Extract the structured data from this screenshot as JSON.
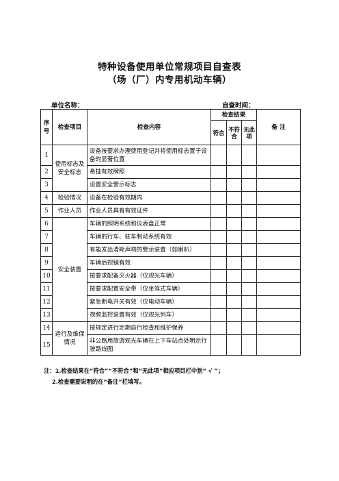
{
  "title": {
    "line1": "特种设备使用单位常规项目自查表",
    "line2": "（场（厂）内专用机动车辆）"
  },
  "meta": {
    "unit_label": "单位名称：",
    "date_label": "自查时间："
  },
  "headers": {
    "no": "序号",
    "item": "检查项目",
    "content": "检查内容",
    "result": "检查结果",
    "conform": "符合",
    "nonconform": "不符合",
    "na": "无此项",
    "remark": "备 注"
  },
  "groups": {
    "g1": "使用标志及安全标志",
    "g2": "检验情况",
    "g3": "作业人员",
    "g4": "安全装置",
    "g5": "运行及维保情况"
  },
  "rows": [
    {
      "no": "1",
      "content": "设备按要求办理使用登记并将使用标志置于设备的显著位置"
    },
    {
      "no": "2",
      "content": "悬挂有效牌照"
    },
    {
      "no": "3",
      "content": "设置安全警示标志"
    },
    {
      "no": "4",
      "content": "设备在检验有效期内"
    },
    {
      "no": "5",
      "content": "作业人员具有有效证件"
    },
    {
      "no": "6",
      "content": "车辆的照明系统和仪表盘正常"
    },
    {
      "no": "7",
      "content": "车辆的行车、驻车制动系统有效"
    },
    {
      "no": "8",
      "content": "有能发出清晰声响的警示装置（如喇叭）"
    },
    {
      "no": "9",
      "content": "车辆后视镜有效"
    },
    {
      "no": "10",
      "content": "按要求配备灭火器（仅观光车辆）"
    },
    {
      "no": "11",
      "content": "按要求配置安全带（仅坐驾式车辆）"
    },
    {
      "no": "12",
      "content": "紧急断电开关有效（仅电动车辆）"
    },
    {
      "no": "13",
      "content": "视频监控装置有效（仅观光列车）"
    },
    {
      "no": "14",
      "content": "按规定进行定期自行检查和维护保养"
    },
    {
      "no": "15",
      "content": "非公路用旅游观光车辆在上下车站点处明示行驶路线图"
    }
  ],
  "notes": {
    "n1": "注：1.检查结果在“符合”“不符合”和“无此项”相应项目栏中划“ √ ”；",
    "n2": "2.检查需要说明的在“备注”栏填写。"
  }
}
